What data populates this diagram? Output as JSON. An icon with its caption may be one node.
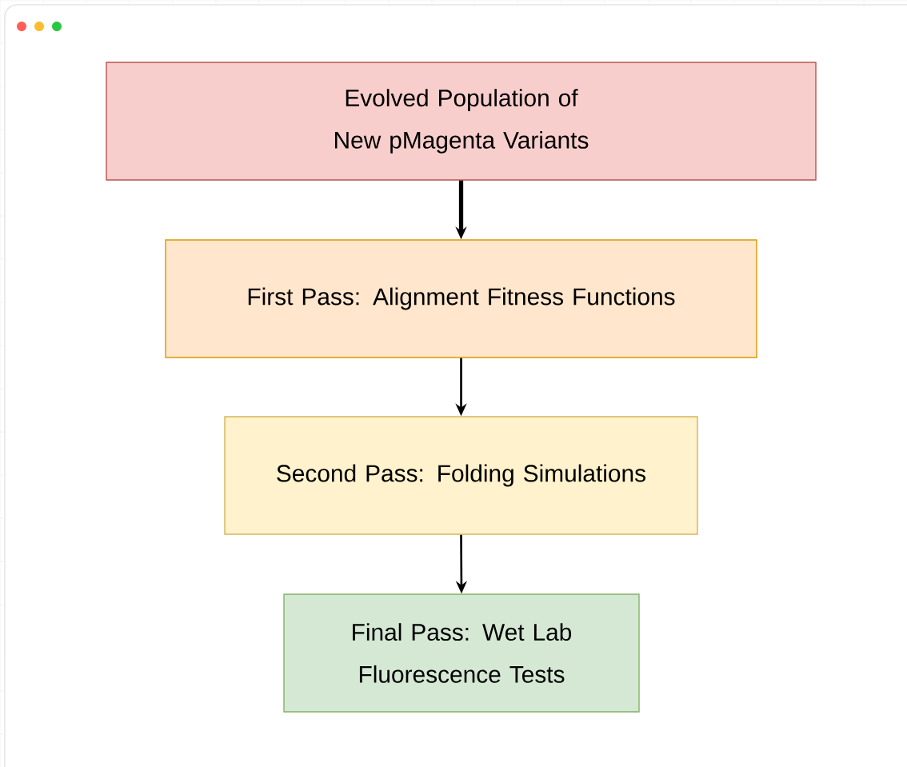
{
  "diagram": {
    "nodes": [
      {
        "text": [
          "Evolved Population of New pMagenta Variants"
        ]
      },
      {
        "text": [
          "First Pass: Alignment Fitness Functions"
        ]
      },
      {
        "text": [
          "Second Pass: Folding Simulations"
        ]
      },
      {
        "text": [
          "Final Pass: Wet Lab Fluorescence Tests"
        ]
      }
    ],
    "edges": [
      {
        "from": 0,
        "to": 1,
        "arrow": "to",
        "style": "thick"
      },
      {
        "from": 1,
        "to": 2,
        "arrow": "to"
      },
      {
        "from": 2,
        "to": 3,
        "arrow": "to"
      }
    ]
  }
}
